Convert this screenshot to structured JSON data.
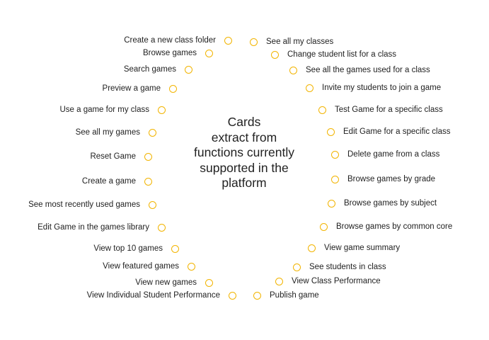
{
  "title_lines": [
    "Cards",
    "extract from",
    "functions currently",
    "supported in the",
    "platform"
  ],
  "colors": {
    "dot": "#f2b400",
    "text": "#222222"
  },
  "left_items": [
    "Create a new class folder",
    "Browse games",
    "Search games",
    "Preview a game",
    "Use a game for my class",
    "See all my games",
    "Reset Game",
    "Create a game",
    "See most recently used games",
    "Edit Game in the games library",
    "View top 10 games",
    "View featured games",
    "View new games",
    "View Individual Student Performance"
  ],
  "right_items": [
    "See all my classes",
    "Change student list for a class",
    "See all the games used for a class",
    "Invite my students to join a game",
    "Test Game for a specific class",
    "Edit Game for a specific class",
    "Delete game from a class",
    "Browse games by grade",
    "Browse games by subject",
    "Browse games by common core",
    "View game summary",
    "See students in class",
    "View Class Performance",
    "Publish game"
  ]
}
